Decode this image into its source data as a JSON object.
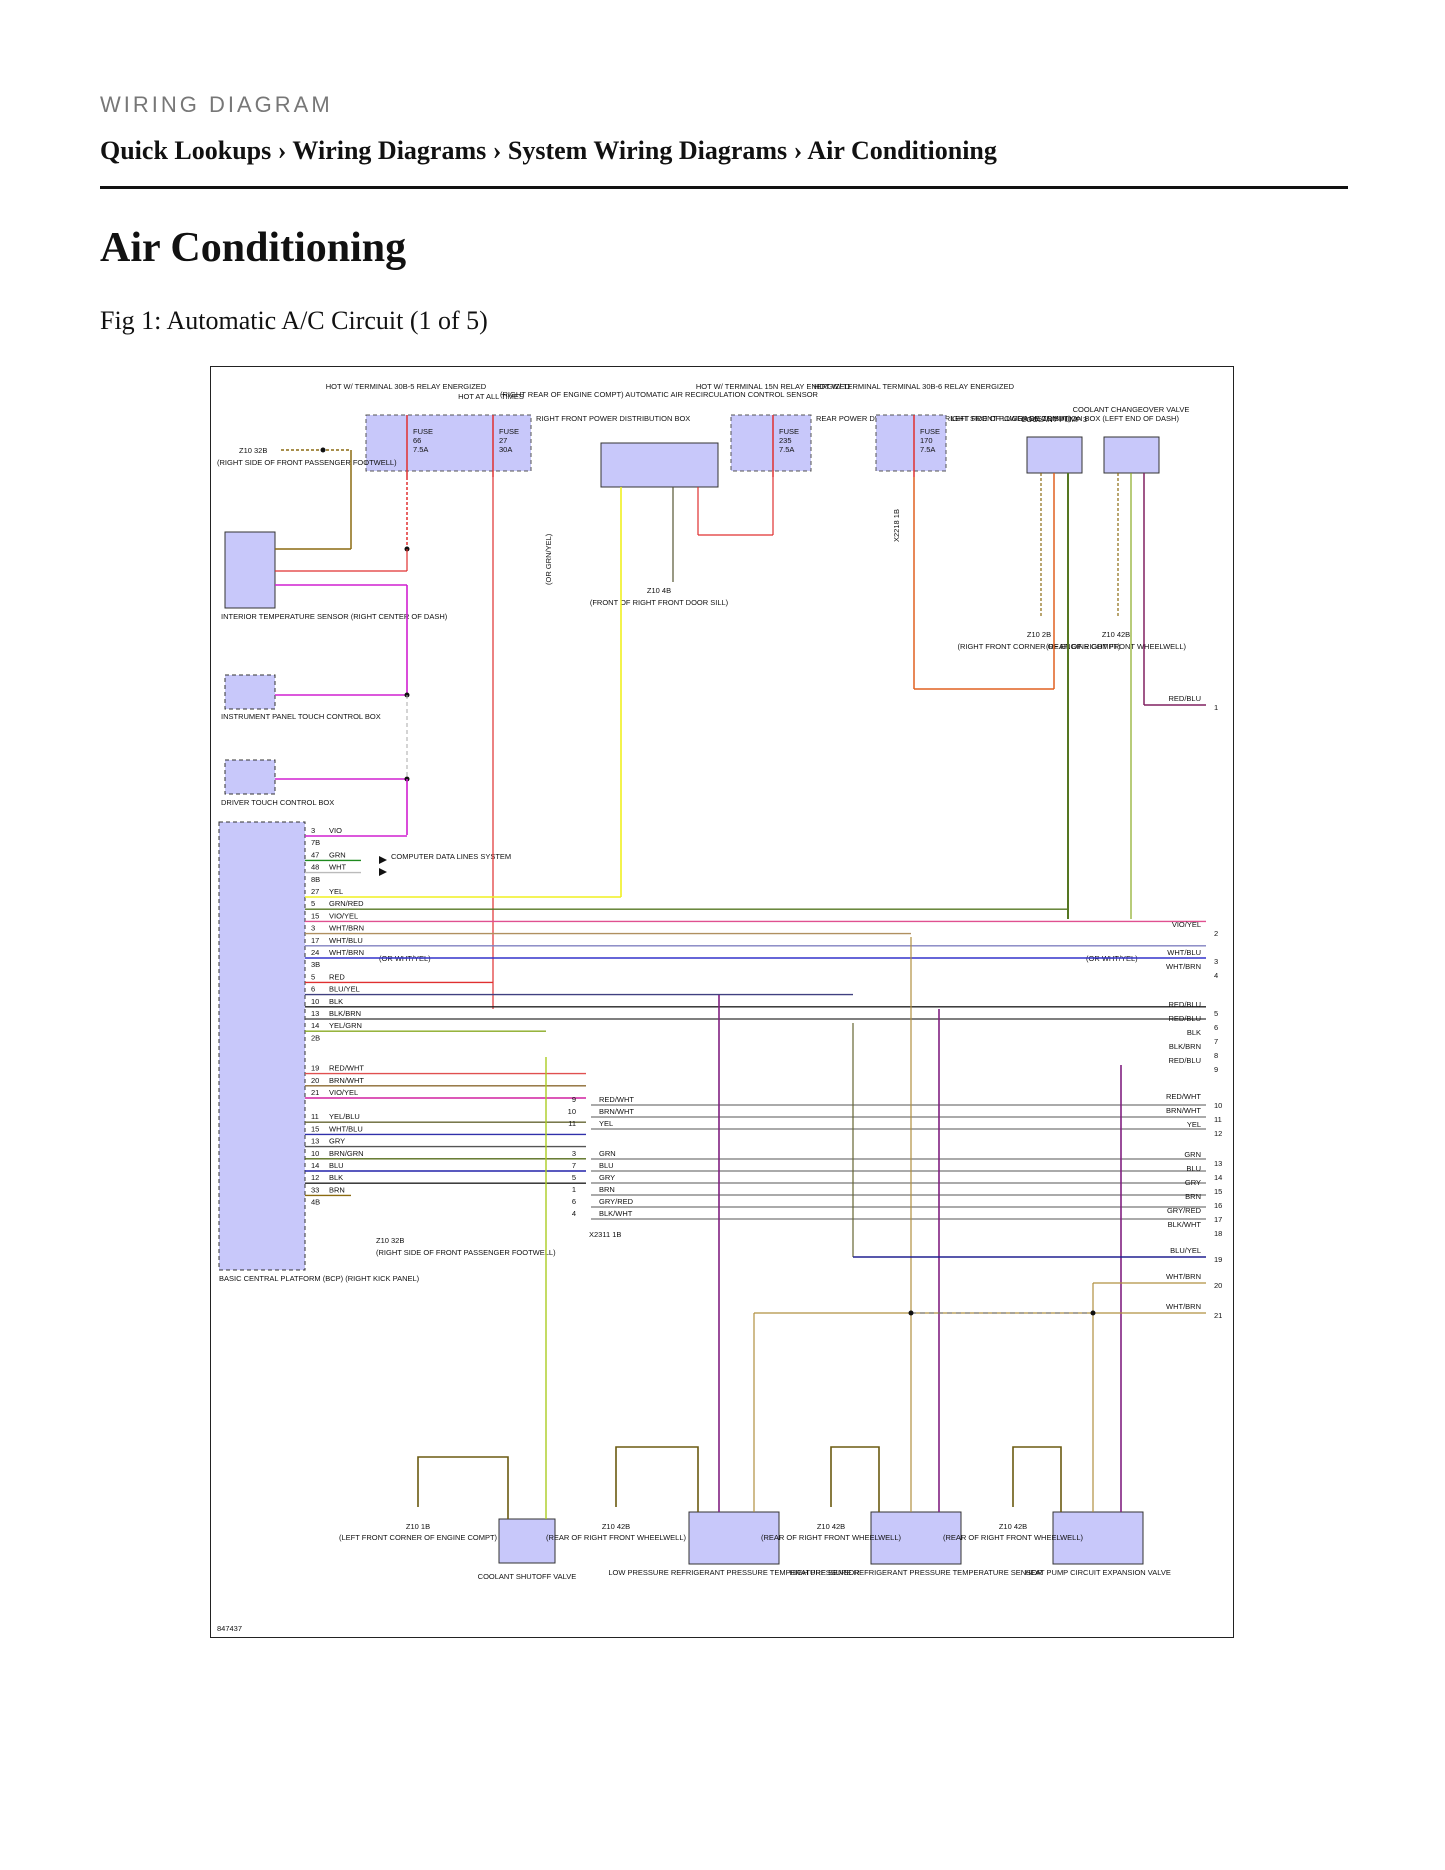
{
  "header": {
    "section_label": "WIRING DIAGRAM",
    "breadcrumb": "Quick Lookups › Wiring Diagrams › System Wiring Diagrams › Air Conditioning"
  },
  "page": {
    "title": "Air Conditioning",
    "figure_caption": "Fig 1: Automatic A/C Circuit (1 of 5)"
  },
  "diagram": {
    "figure_id": "847437",
    "power": {
      "hot_30b5": "HOT W/ TERMINAL 30B-5 RELAY ENERGIZED",
      "hot_all_times": "HOT AT ALL TIMES",
      "hot_15n": "HOT W/ TERMINAL 15N RELAY ENERGIZED",
      "hot_30b6": "HOT W/ TERMINAL TERMINAL 30B-6 RELAY ENERGIZED"
    },
    "fuses": {
      "fuse66": [
        "FUSE",
        "66",
        "7.5A"
      ],
      "fuse27": [
        "FUSE",
        "27",
        "30A"
      ],
      "fuse235": [
        "FUSE",
        "235",
        "7.5A"
      ],
      "fuse170": [
        "FUSE",
        "170",
        "7.5A"
      ]
    },
    "boxes": {
      "right_front_pdb": "RIGHT FRONT POWER DISTRIBUTION BOX",
      "rear_pdb": "REAR POWER DISTRIBUTION BOX (RIGHT SIDE OF LUGGAGE COMPT)",
      "left_front_pdb": "LEFT FRONT POWER DISTRIBUTION BOX (LEFT END OF DASH)"
    },
    "components": {
      "recirc_sensor": "(RIGHT REAR OF ENGINE COMPT) AUTOMATIC AIR RECIRCULATION CONTROL SENSOR",
      "coolant_pump": "COOLANT PUMP 3",
      "coolant_changeover": "COOLANT CHANGEOVER VALVE",
      "interior_sensor": "INTERIOR TEMPERATURE SENSOR (RIGHT CENTER OF DASH)",
      "ip_touch": "INSTRUMENT PANEL TOUCH CONTROL BOX",
      "driver_touch": "DRIVER TOUCH CONTROL BOX",
      "bcp": "BASIC CENTRAL PLATFORM (BCP) (RIGHT KICK PANEL)",
      "computer_data": "COMPUTER DATA LINES SYSTEM",
      "coolant_shutoff": "COOLANT SHUTOFF VALVE",
      "low_pressure": "LOW PRESSURE REFRIGERANT PRESSURE TEMPERATURE SENSOR",
      "high_pressure": "HIGH PRESSURE REFRIGERANT PRESSURE TEMPERATURE SENSOR",
      "heat_pump": "HEAT PUMP CIRCUIT EXPANSION VALVE"
    },
    "grounds": {
      "z10_32b_top": "Z10 32B",
      "z10_32b_top_loc": "(RIGHT SIDE OF FRONT PASSENGER FOOTWELL)",
      "z10_4b": "Z10 4B",
      "z10_4b_loc": "(FRONT OF RIGHT FRONT DOOR SILL)",
      "z10_2b": "Z10 2B",
      "z10_2b_loc": "(RIGHT FRONT CORNER OF ENGINE COMPT)",
      "z10_42b_top": "Z10 42B",
      "z10_42b_top_loc": "(REAR OF RIGHT FRONT WHEELWELL)",
      "z10_32b_bcp": "Z10 32B",
      "z10_32b_bcp_loc": "(RIGHT SIDE OF FRONT PASSENGER FOOTWELL)",
      "z10_1b": "Z10 1B",
      "z10_1b_loc": "(LEFT FRONT CORNER OF ENGINE COMPT)",
      "z10_42b_a": "Z10 42B",
      "z10_42b_a_loc": "(REAR OF RIGHT FRONT WHEELWELL)",
      "z10_42b_b": "Z10 42B",
      "z10_42b_b_loc": "(REAR OF RIGHT FRONT WHEELWELL)",
      "z10_42b_c": "Z10 42B",
      "z10_42b_c_loc": "(REAR OF RIGHT FRONT WHEELWELL)"
    },
    "connectors": {
      "x2218": "X2218 1B",
      "x2311": "X2311 1B",
      "or_grn_yel": "(OR GRN/YEL)",
      "or_wht_yel": "(OR WHT/YEL)"
    },
    "bcp_pins": [
      {
        "pin": "3",
        "wire": "VIO",
        "color": "#d020d0"
      },
      {
        "pin": "7B",
        "wire": "",
        "color": ""
      },
      {
        "pin": "47",
        "wire": "GRN",
        "color": "#1e8a1e"
      },
      {
        "pin": "48",
        "wire": "WHT",
        "color": "#bbbbbb"
      },
      {
        "pin": "8B",
        "wire": "",
        "color": ""
      },
      {
        "pin": "27",
        "wire": "YEL",
        "color": "#f0f020"
      },
      {
        "pin": "5",
        "wire": "GRN/RED",
        "color": "#557722"
      },
      {
        "pin": "15",
        "wire": "VIO/YEL",
        "color": "#e05090"
      },
      {
        "pin": "3",
        "wire": "WHT/BRN",
        "color": "#b09060"
      },
      {
        "pin": "17",
        "wire": "WHT/BLU",
        "color": "#8080c0"
      },
      {
        "pin": "24",
        "wire": "WHT/BRN",
        "color": "#3333cc"
      },
      {
        "pin": "3B",
        "wire": "",
        "color": ""
      },
      {
        "pin": "5",
        "wire": "RED",
        "color": "#e03030"
      },
      {
        "pin": "6",
        "wire": "BLU/YEL",
        "color": "#404080"
      },
      {
        "pin": "10",
        "wire": "BLK",
        "color": "#222222"
      },
      {
        "pin": "13",
        "wire": "BLK/BRN",
        "color": "#555555"
      },
      {
        "pin": "14",
        "wire": "YEL/GRN",
        "color": "#88aa22"
      },
      {
        "pin": "2B",
        "wire": "",
        "color": ""
      },
      {
        "pin": "19",
        "wire": "RED/WHT",
        "color": "#e05050"
      },
      {
        "pin": "20",
        "wire": "BRN/WHT",
        "color": "#8b6a30"
      },
      {
        "pin": "21",
        "wire": "VIO/YEL",
        "color": "#d020a0"
      },
      {
        "pin": "11",
        "wire": "YEL/BLU",
        "color": "#666633"
      },
      {
        "pin": "15",
        "wire": "WHT/BLU",
        "color": "#3030aa"
      },
      {
        "pin": "13",
        "wire": "GRY",
        "color": "#555555"
      },
      {
        "pin": "10",
        "wire": "BRN/GRN",
        "color": "#556b1a"
      },
      {
        "pin": "14",
        "wire": "BLU",
        "color": "#2222aa"
      },
      {
        "pin": "12",
        "wire": "BLK",
        "color": "#222222"
      },
      {
        "pin": "33",
        "wire": "BRN",
        "color": "#8b6a10"
      },
      {
        "pin": "4B",
        "wire": "",
        "color": ""
      }
    ],
    "x2311_pins": [
      {
        "pin": "9",
        "wire": "RED/WHT"
      },
      {
        "pin": "10",
        "wire": "BRN/WHT"
      },
      {
        "pin": "11",
        "wire": "YEL"
      },
      {
        "pin": "3",
        "wire": "GRN"
      },
      {
        "pin": "7",
        "wire": "BLU"
      },
      {
        "pin": "5",
        "wire": "GRY"
      },
      {
        "pin": "1",
        "wire": "BRN"
      },
      {
        "pin": "6",
        "wire": "GRY/RED"
      },
      {
        "pin": "4",
        "wire": "BLK/WHT"
      }
    ],
    "right_refs": [
      {
        "n": "1",
        "wire": "RED/BLU"
      },
      {
        "n": "2",
        "wire": "VIO/YEL"
      },
      {
        "n": "3",
        "wire": "WHT/BLU"
      },
      {
        "n": "4",
        "wire": "WHT/BRN"
      },
      {
        "n": "5",
        "wire": "RED/BLU"
      },
      {
        "n": "6",
        "wire": "RED/BLU"
      },
      {
        "n": "7",
        "wire": "BLK"
      },
      {
        "n": "8",
        "wire": "BLK/BRN"
      },
      {
        "n": "9",
        "wire": "RED/BLU"
      },
      {
        "n": "10",
        "wire": "RED/WHT"
      },
      {
        "n": "11",
        "wire": "BRN/WHT"
      },
      {
        "n": "12",
        "wire": "YEL"
      },
      {
        "n": "13",
        "wire": "GRN"
      },
      {
        "n": "14",
        "wire": "BLU"
      },
      {
        "n": "15",
        "wire": "GRY"
      },
      {
        "n": "16",
        "wire": "BRN"
      },
      {
        "n": "17",
        "wire": "GRY/RED"
      },
      {
        "n": "18",
        "wire": "BLK/WHT"
      },
      {
        "n": "19",
        "wire": "BLU/YEL"
      },
      {
        "n": "20",
        "wire": "WHT/BRN"
      },
      {
        "n": "21",
        "wire": "WHT/BRN"
      }
    ]
  }
}
